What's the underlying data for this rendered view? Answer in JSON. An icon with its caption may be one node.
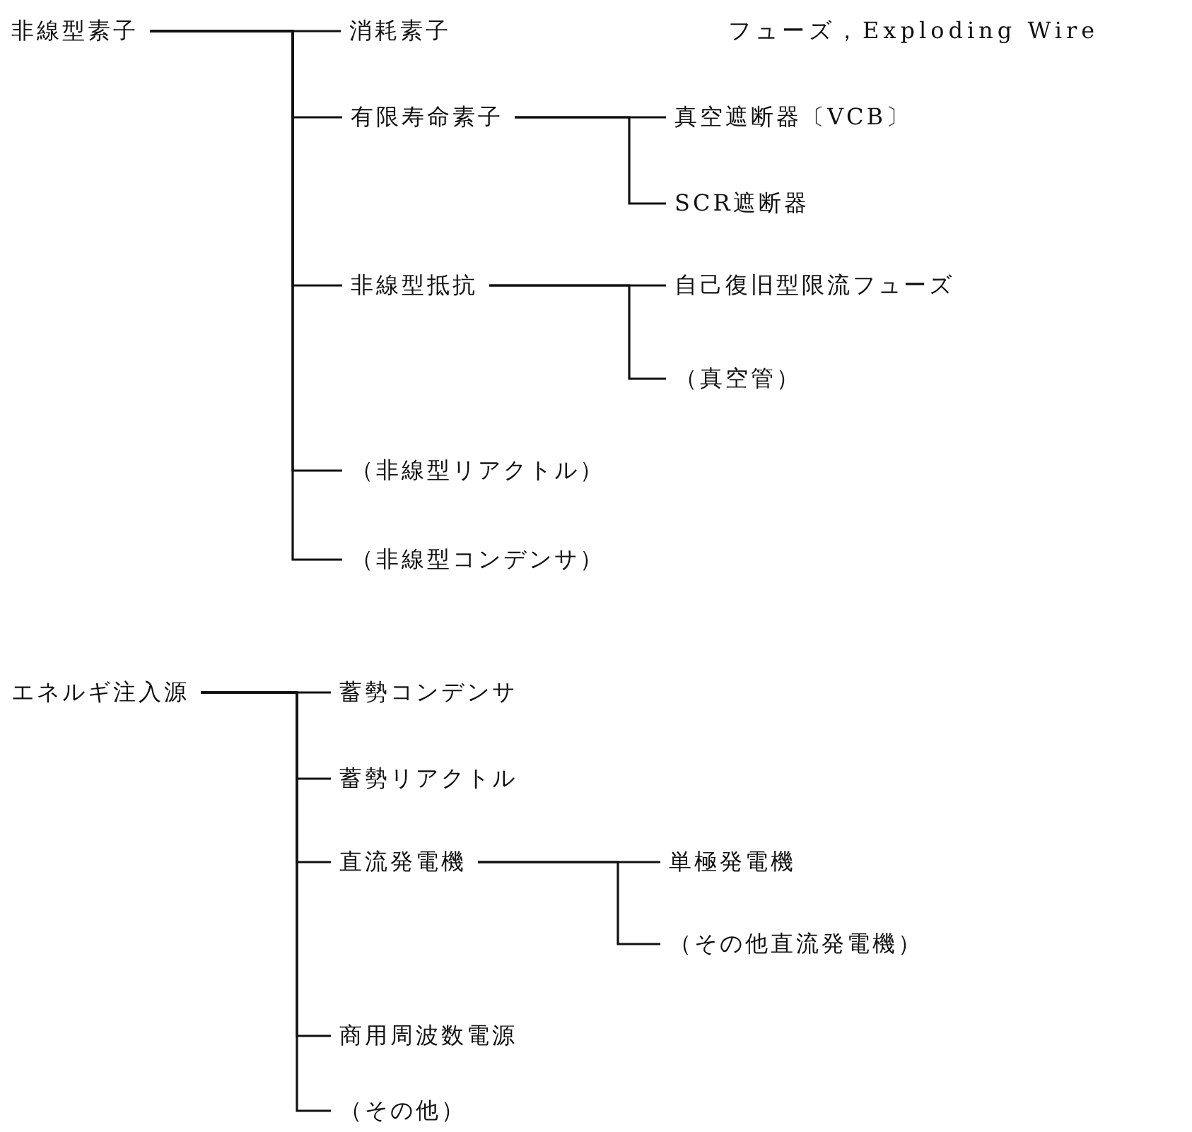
{
  "diagram": {
    "nodes": [
      {
        "text": [
          "非線型素子"
        ]
      },
      {
        "text": [
          "消耗素子"
        ]
      },
      {
        "text": [
          "有限寿命素子"
        ]
      },
      {
        "text": [
          "真空遮断器〔VCB〕"
        ]
      },
      {
        "text": [
          "SCR遮断器"
        ]
      },
      {
        "text": [
          "非線型抵抗"
        ]
      },
      {
        "text": [
          "自己復旧型限流フューズ"
        ]
      },
      {
        "text": [
          "（真空管）"
        ]
      },
      {
        "text": [
          "（非線型リアクトル）"
        ]
      },
      {
        "text": [
          "（非線型コンデンサ）"
        ]
      },
      {
        "text": [
          "エネルギ注入源"
        ]
      },
      {
        "text": [
          "蓄勢コンデンサ"
        ]
      },
      {
        "text": [
          "蓄勢リアクトル"
        ]
      },
      {
        "text": [
          "直流発電機"
        ]
      },
      {
        "text": [
          "単極発電機"
        ]
      },
      {
        "text": [
          "（その他直流発電機）"
        ]
      },
      {
        "text": [
          "商用周波数電源"
        ]
      },
      {
        "text": [
          "（その他）"
        ]
      }
    ],
    "edges": [
      {
        "from": 0,
        "to": 1,
        "arrow": "none"
      },
      {
        "from": 0,
        "to": 2,
        "arrow": "none"
      },
      {
        "from": 2,
        "to": 3,
        "arrow": "none"
      },
      {
        "from": 2,
        "to": 4,
        "arrow": "none"
      },
      {
        "from": 0,
        "to": 5,
        "arrow": "none"
      },
      {
        "from": 5,
        "to": 6,
        "arrow": "none"
      },
      {
        "from": 5,
        "to": 7,
        "arrow": "none"
      },
      {
        "from": 0,
        "to": 8,
        "arrow": "none"
      },
      {
        "from": 0,
        "to": 9,
        "arrow": "none"
      },
      {
        "from": 10,
        "to": 11,
        "arrow": "none"
      },
      {
        "from": 10,
        "to": 12,
        "arrow": "none"
      },
      {
        "from": 10,
        "to": 13,
        "arrow": "none"
      },
      {
        "from": 13,
        "to": 14,
        "arrow": "none"
      },
      {
        "from": 13,
        "to": 15,
        "arrow": "none"
      },
      {
        "from": 10,
        "to": 16,
        "arrow": "none"
      },
      {
        "from": 10,
        "to": 17,
        "arrow": "none"
      }
    ],
    "labels": [
      "フューズ，Exploding Wire"
    ]
  }
}
